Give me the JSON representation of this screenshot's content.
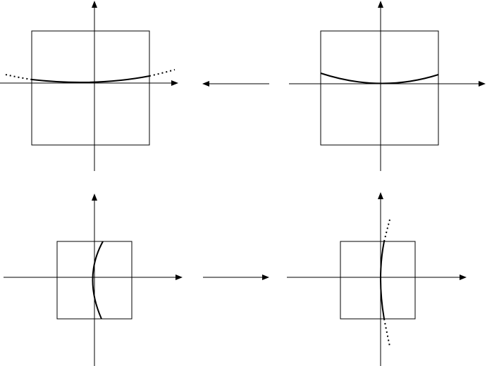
{
  "diagram": {
    "line_color": "#000000",
    "background": "#ffffff",
    "panels": [
      {
        "id": "top-left",
        "curve": "shallow-parabola-opening-up",
        "extension": "dotted-both-ends"
      },
      {
        "id": "top-right",
        "curve": "shallow-parabola-opening-up",
        "extension": "none"
      },
      {
        "id": "bottom-left",
        "curve": "sideways-curve-bulging-left",
        "extension": "none"
      },
      {
        "id": "bottom-right",
        "curve": "sideways-curve-bulging-left",
        "extension": "dotted-both-ends"
      }
    ],
    "arrows": [
      {
        "id": "top-arrow",
        "direction": "left"
      },
      {
        "id": "bottom-arrow",
        "direction": "right"
      }
    ]
  }
}
